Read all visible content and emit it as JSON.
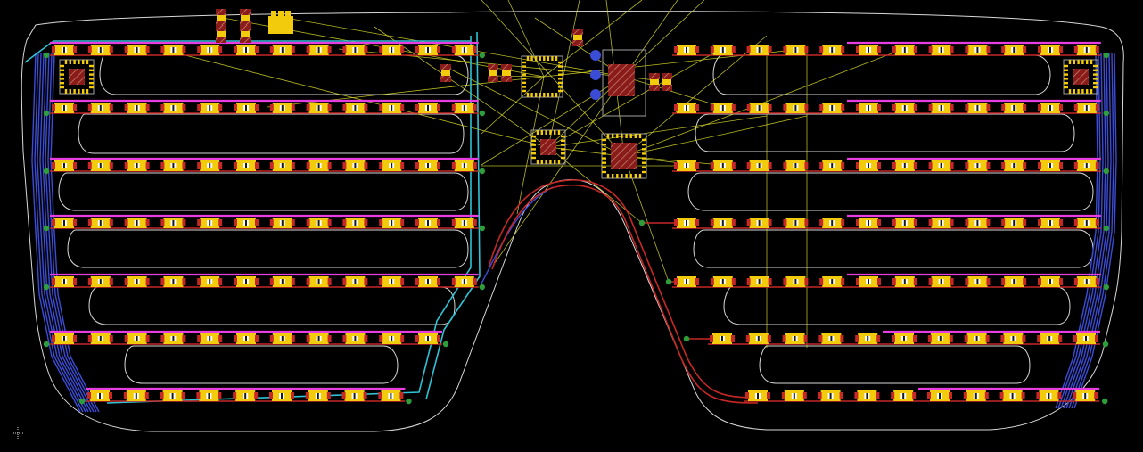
{
  "view": {
    "title": "",
    "background": "#000000"
  },
  "colors": {
    "board_outline": "#d8d8d8",
    "top_copper": "#c62828",
    "top_copper_highlight": "#e83de0",
    "bottom_copper": "#3b4cd6",
    "bottom_copper_alt": "#2ec2d6",
    "pad": "#f2cc0c",
    "via": "#2e9e3a",
    "airwire": "#d6d62a"
  },
  "icons": {
    "led": "smd-led-icon",
    "via": "via-icon",
    "ic": "qfn-package-icon",
    "cursor": "crosshair-icon"
  },
  "leds": {
    "left_rows": [
      12,
      12,
      12,
      12,
      12,
      11,
      9
    ],
    "right_rows": [
      12,
      12,
      12,
      12,
      12,
      11,
      10
    ]
  }
}
